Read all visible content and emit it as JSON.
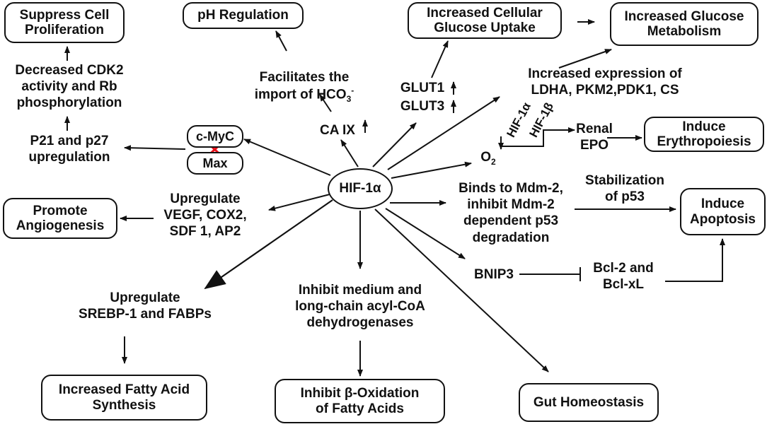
{
  "center": "HIF-1α",
  "boxes": {
    "suppress_cell_proliferation": "Suppress Cell\nProliferation",
    "ph_regulation": "pH Regulation",
    "increased_glucose_uptake": "Increased Cellular\nGlucose Uptake",
    "increased_glucose_metabolism": "Increased Glucose\nMetabolism",
    "induce_erythropoiesis": "Induce\nErythropoiesis",
    "promote_angiogenesis": "Promote\nAngiogenesis",
    "induce_apoptosis": "Induce\nApoptosis",
    "increased_fatty_acid_synthesis": "Increased Fatty Acid\nSynthesis",
    "inhibit_beta_oxidation": "Inhibit β-Oxidation\nof Fatty Acids",
    "gut_homeostasis": "Gut Homeostasis"
  },
  "complex": {
    "top": "c-MyC",
    "bottom": "Max"
  },
  "labels": {
    "cdk2": "Decreased CDK2\nactivity and Rb\nphosphorylation",
    "p21": "P21 and p27\nupregulation",
    "hco3_main": "Facilitates the\nimport of HCO",
    "hco3_sub": "3",
    "hco3_sup": "-",
    "ca9": "CA IX",
    "glut1": "GLUT1",
    "glut3": "GLUT3",
    "ldha": "Increased expression of\nLDHA, PKM2,PDK1, CS",
    "o2_main": "O",
    "o2_sub": "2",
    "hif1a_rot": "HIF-1α",
    "hif1b_rot": "HIF-1β",
    "renal_epo": "Renal\nEPO",
    "vegf": "Upregulate\nVEGF, COX2,\nSDF 1, AP2",
    "mdm2": "Binds to Mdm-2,\ninhibit Mdm-2\ndependent p53\ndegradation",
    "p53": "Stabilization\nof p53",
    "bnip3": "BNIP3",
    "bcl2": "Bcl-2 and\nBcl-xL",
    "srebp": "Upregulate\nSREBP-1 and FABPs",
    "acyl": "Inhibit medium and\nlong-chain acyl-CoA\ndehydrogenases"
  }
}
